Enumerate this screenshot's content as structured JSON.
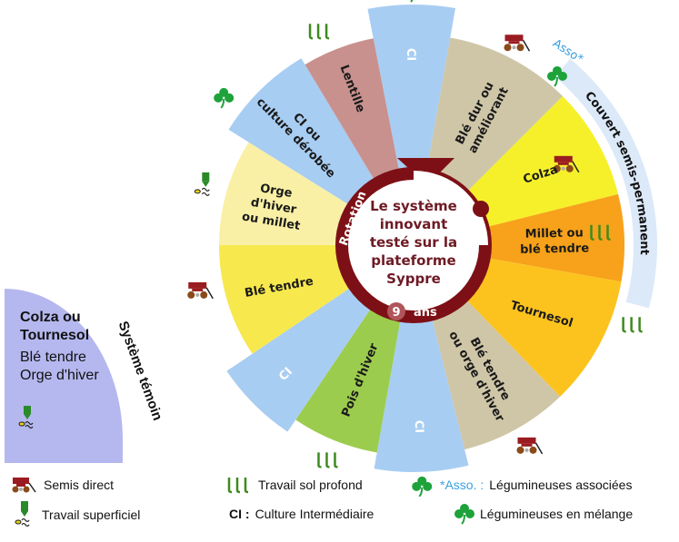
{
  "center": {
    "lines": [
      "Le système",
      "innovant",
      "testé sur la",
      "plateforme",
      "Syppre"
    ],
    "rotation_label": "Rotation",
    "years_number": "9",
    "years_label": "ans"
  },
  "segments": [
    {
      "label": [
        "CI"
      ],
      "color": "#a8cdf2",
      "text_color": "white",
      "icon": "clover-icon"
    },
    {
      "label": [
        "Blé dur ou",
        "améliorant"
      ],
      "color": "#cfc6a8",
      "icon": "direct-seeder-icon"
    },
    {
      "label": [
        "Colza"
      ],
      "color": "#f6f02a",
      "icon": "direct-seeder-icon"
    },
    {
      "label": [
        "Millet ou",
        "blé tendre"
      ],
      "color": "#f7a21a",
      "icon": "deep-tillage-icon"
    },
    {
      "label": [
        "Tournesol"
      ],
      "color": "#fcc31e",
      "icon": "deep-tillage-icon"
    },
    {
      "label": [
        "Blé tendre",
        "ou orge d'hiver"
      ],
      "color": "#cfc6a8",
      "icon": "direct-seeder-icon"
    },
    {
      "label": [
        "CI"
      ],
      "color": "#a8cdf2",
      "text_color": "white",
      "icon": "clover-icon"
    },
    {
      "label": [
        "Pois d'hiver"
      ],
      "color": "#9ccc4e",
      "icon": "deep-tillage-icon"
    },
    {
      "label": [
        "CI"
      ],
      "color": "#a8cdf2",
      "text_color": "white"
    },
    {
      "label": [
        "Blé tendre"
      ],
      "color": "#f7e84e",
      "icon": "direct-seeder-icon"
    },
    {
      "label": [
        "Orge",
        "d'hiver",
        "ou millet"
      ],
      "color": "#f9f0a6",
      "icon": "shallow-tillage-icon"
    },
    {
      "label": [
        "CI ou",
        "culture dérobée"
      ],
      "color": "#a8cdf2",
      "icon": "clover-icon"
    },
    {
      "label": [
        "Lentille"
      ],
      "color": "#c8918e",
      "icon": "deep-tillage-icon"
    }
  ],
  "cover_band": {
    "label": "Couvert semis-permanent",
    "asso_label": "Asso*",
    "color": "#dbe9f8"
  },
  "control_system": {
    "title": "Système témoin",
    "lines_bold": [
      "Colza ou",
      "Tournesol"
    ],
    "lines": [
      "Blé tendre",
      "Orge d'hiver"
    ],
    "color": "#b5b8ef"
  },
  "legend": {
    "direct_seeding": "Semis direct",
    "shallow_tillage": "Travail superficiel",
    "deep_tillage": "Travail sol profond",
    "ci_key": "CI :",
    "ci_meaning": "Culture Intermédiaire",
    "asso_key": "*Asso. :",
    "asso_meaning": "Légumineuses associées",
    "clover_meaning": "Légumineuses en mélange"
  },
  "colors": {
    "rotation_ring": "#7d1016",
    "center_text": "#6e1a24",
    "asso_blue": "#3aa0e0",
    "clover_green": "#1ea23a",
    "deep_tillage_green": "#3f8a1e"
  }
}
